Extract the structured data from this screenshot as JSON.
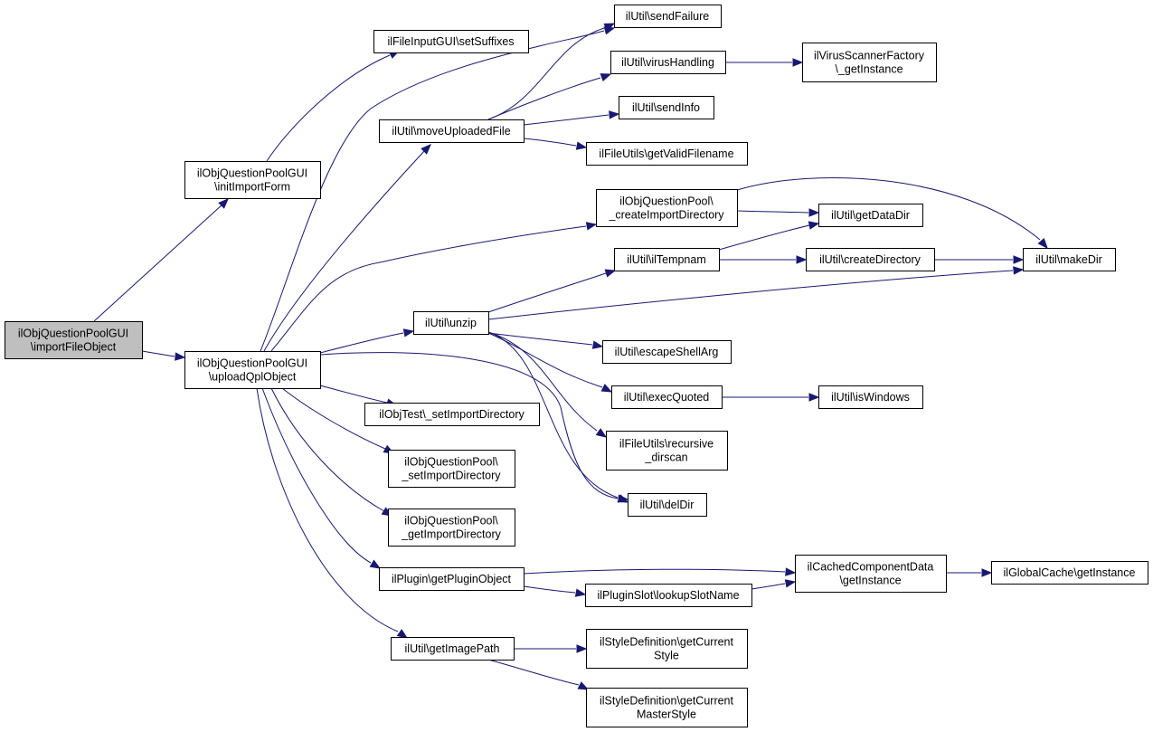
{
  "nodes": {
    "root": [
      "ilObjQuestionPoolGUI",
      "\\importFileObject"
    ],
    "initImportForm": [
      "ilObjQuestionPoolGUI",
      "\\initImportForm"
    ],
    "uploadQpl": [
      "ilObjQuestionPoolGUI",
      "\\uploadQplObject"
    ],
    "setSuffixes": [
      "ilFileInputGUI\\setSuffixes"
    ],
    "sendFailure": [
      "ilUtil\\sendFailure"
    ],
    "virusHandling": [
      "ilUtil\\virusHandling"
    ],
    "virusScanner": [
      "ilVirusScannerFactory",
      "\\_getInstance"
    ],
    "sendInfo": [
      "ilUtil\\sendInfo"
    ],
    "moveUploaded": [
      "ilUtil\\moveUploadedFile"
    ],
    "getValidFilename": [
      "ilFileUtils\\getValidFilename"
    ],
    "createImportDir": [
      "ilObjQuestionPool\\",
      "_createImportDirectory"
    ],
    "getDataDir": [
      "ilUtil\\getDataDir"
    ],
    "ilTempnam": [
      "ilUtil\\ilTempnam"
    ],
    "createDirectory": [
      "ilUtil\\createDirectory"
    ],
    "makeDir": [
      "ilUtil\\makeDir"
    ],
    "unzip": [
      "ilUtil\\unzip"
    ],
    "escapeShellArg": [
      "ilUtil\\escapeShellArg"
    ],
    "execQuoted": [
      "ilUtil\\execQuoted"
    ],
    "isWindows": [
      "ilUtil\\isWindows"
    ],
    "setImportDirTest": [
      "ilObjTest\\_setImportDirectory"
    ],
    "recursiveDirscan": [
      "ilFileUtils\\recursive",
      "_dirscan"
    ],
    "setImportDirPool": [
      "ilObjQuestionPool\\",
      "_setImportDirectory"
    ],
    "delDir": [
      "ilUtil\\delDir"
    ],
    "getImportDirPool": [
      "ilObjQuestionPool\\",
      "_getImportDirectory"
    ],
    "getPluginObject": [
      "ilPlugin\\getPluginObject"
    ],
    "cachedComponent": [
      "ilCachedComponentData",
      "\\getInstance"
    ],
    "globalCache": [
      "ilGlobalCache\\getInstance"
    ],
    "lookupSlotName": [
      "ilPluginSlot\\lookupSlotName"
    ],
    "getImagePath": [
      "ilUtil\\getImagePath"
    ],
    "getCurrentStyle": [
      "ilStyleDefinition\\getCurrent",
      "Style"
    ],
    "getCurrentMasterStyle": [
      "ilStyleDefinition\\getCurrent",
      "MasterStyle"
    ]
  },
  "colors": {
    "edge": "#191970",
    "root_fill": "#bfbfbf",
    "node_fill": "#ffffff",
    "node_border": "#000000"
  }
}
